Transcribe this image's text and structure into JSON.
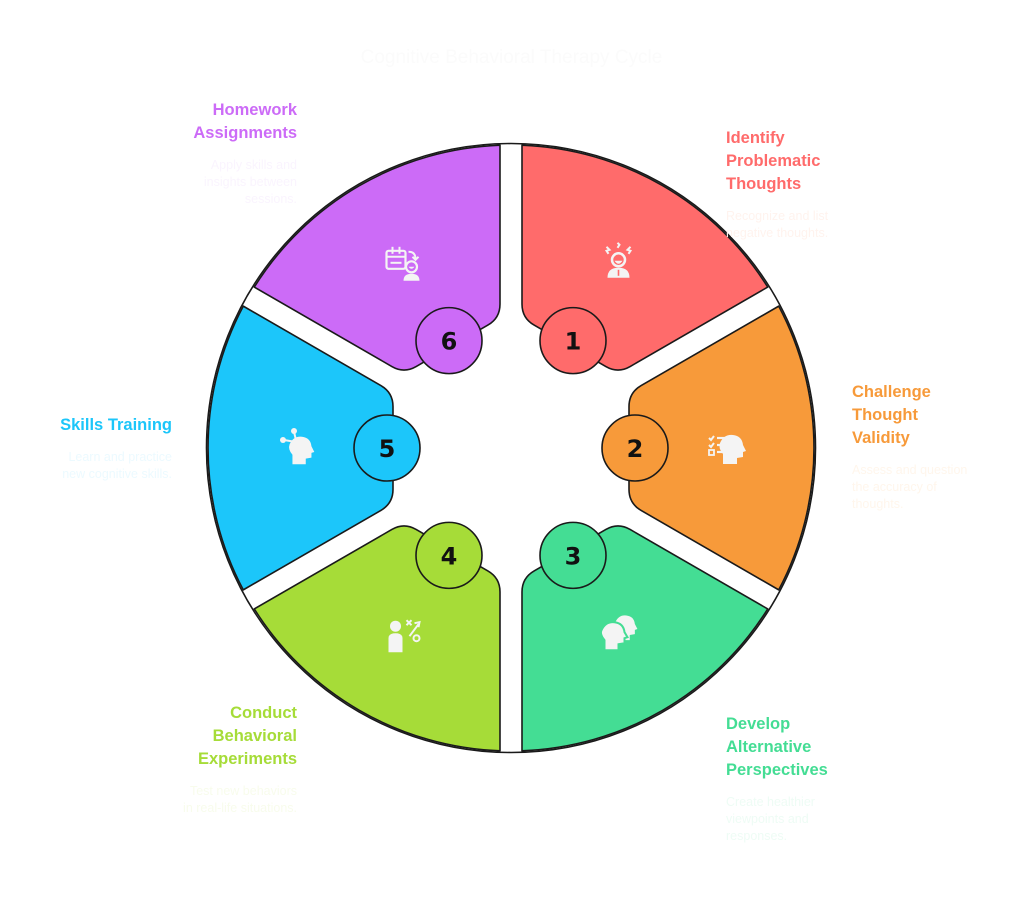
{
  "title": "Cognitive Behavioral Therapy Cycle",
  "steps": [
    {
      "number": "1",
      "title_lines": [
        "Identify",
        "Problematic",
        "Thoughts"
      ],
      "description_lines": [
        "Recognize and list",
        "negative thoughts."
      ],
      "color": "#FF6B6B",
      "desc_color": "#FFF6F2",
      "icon": "stressed-person-icon"
    },
    {
      "number": "2",
      "title_lines": [
        "Challenge",
        "Thought",
        "Validity"
      ],
      "description_lines": [
        "Assess and question",
        "the accuracy of",
        "thoughts."
      ],
      "color": "#F79A3A",
      "desc_color": "#FFF8F1",
      "icon": "checklist-head-icon"
    },
    {
      "number": "3",
      "title_lines": [
        "Develop",
        "Alternative",
        "Perspectives"
      ],
      "description_lines": [
        "Create healthier",
        "viewpoints and",
        "responses."
      ],
      "color": "#44DD94",
      "desc_color": "#F2FDF8",
      "icon": "two-heads-icon"
    },
    {
      "number": "4",
      "title_lines": [
        "Conduct",
        "Behavioral",
        "Experiments"
      ],
      "description_lines": [
        "Test new behaviors",
        "in real-life situations."
      ],
      "color": "#A6DC38",
      "desc_color": "#FAFDF1",
      "icon": "person-strategy-icon"
    },
    {
      "number": "5",
      "title_lines": [
        "Skills Training"
      ],
      "description_lines": [
        "Learn and practice",
        "new cognitive skills."
      ],
      "color": "#1CC6FA",
      "desc_color": "#F0FBFF",
      "icon": "head-skills-icon"
    },
    {
      "number": "6",
      "title_lines": [
        "Homework",
        "Assignments"
      ],
      "description_lines": [
        "Apply skills and",
        "insights between",
        "sessions."
      ],
      "color": "#CC6BF7",
      "desc_color": "#FBF6FE",
      "icon": "calendar-person-icon"
    }
  ],
  "title_colors": [
    "#FF6B6B",
    "#F79A3A",
    "#44DD94",
    "#A6DC38",
    "#1CC6FA",
    "#CC6BF7"
  ]
}
